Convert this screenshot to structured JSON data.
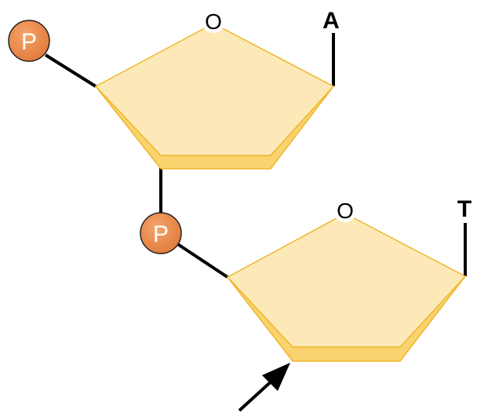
{
  "nucleotides": [
    {
      "phosphate_label": "P",
      "ring_oxygen_label": "O",
      "base_label": "A"
    },
    {
      "phosphate_label": "P",
      "ring_oxygen_label": "O",
      "base_label": "T"
    }
  ],
  "colors": {
    "sugar_face": "#fde9b8",
    "sugar_side": "#f8d36e",
    "sugar_edge": "#f0b62b",
    "phosphate": "#ec8a4a",
    "bond": "#000000"
  }
}
